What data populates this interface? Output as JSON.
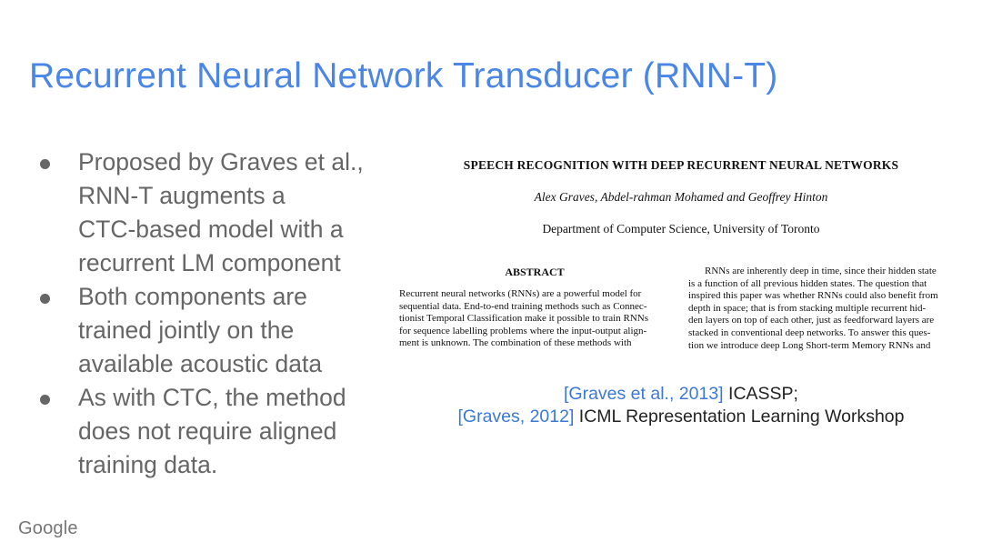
{
  "slide": {
    "title": "Recurrent Neural Network Transducer (RNN-T)",
    "bullets": [
      [
        "Proposed by Graves et al.,",
        "RNN-T augments a",
        "CTC-based model with a",
        "recurrent LM component"
      ],
      [
        "Both components are",
        "trained jointly on the",
        "available acoustic data"
      ],
      [
        "As with CTC, the method",
        "does not require aligned",
        "training data."
      ]
    ],
    "logo_text": "Google"
  },
  "paper": {
    "title": "SPEECH RECOGNITION WITH DEEP RECURRENT NEURAL NETWORKS",
    "authors": "Alex Graves, Abdel-rahman Mohamed and Geoffrey Hinton",
    "affiliation": "Department of Computer Science, University of Toronto",
    "abstract_heading": "ABSTRACT",
    "abstract_lines": [
      "Recurrent neural networks (RNNs) are a powerful model for",
      "sequential data. End-to-end training methods such as Connec-",
      "tionist Temporal Classification make it possible to train RNNs",
      "for sequence labelling problems where the input-output align-",
      "ment is unknown. The combination of these methods with"
    ],
    "intro_lines": [
      "RNNs are inherently deep in time, since their hidden state",
      "is a function of all previous hidden states. The question that",
      "inspired this paper was whether RNNs could also benefit from",
      "depth in space; that is from stacking multiple recurrent hid-",
      "den layers on top of each other, just as feedforward layers are",
      "stacked in conventional deep networks. To answer this ques-",
      "tion we introduce deep Long Short-term Memory RNNs and"
    ]
  },
  "citation": {
    "line1_link": "[Graves et al., 2013]",
    "line1_text": " ICASSP;",
    "line2_link": "[Graves, 2012]",
    "line2_text": " ICML Representation Learning Workshop"
  },
  "colors": {
    "title": "#4a86e8",
    "bullet_text": "#666666",
    "link": "#3c78d8",
    "logo": "#777777"
  }
}
